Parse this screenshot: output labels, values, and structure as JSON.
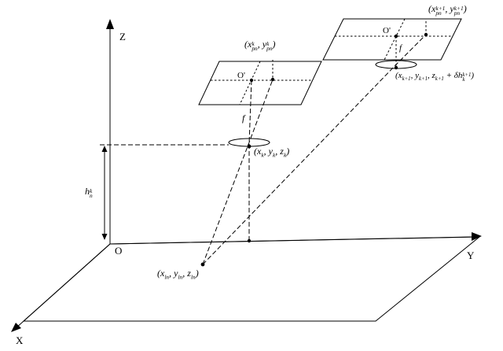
{
  "axes": {
    "z": "Z",
    "y": "Y",
    "x": "X",
    "origin": "O"
  },
  "plane_k": {
    "coords": {
      "open": "(",
      "x": "x",
      "x_sub": "pn",
      "x_sup": "k",
      "sep": ", ",
      "y": "y",
      "y_sub": "pn",
      "y_sup": "k",
      "close": ")"
    },
    "principal_point": "O'",
    "focal_length": "f"
  },
  "plane_k1": {
    "coords": {
      "open": "(",
      "x": "x",
      "x_sub": "pn",
      "x_sup": "k+1",
      "sep": ", ",
      "y": "y",
      "y_sub": "pn",
      "y_sup": "k+1",
      "close": ")"
    },
    "principal_point": "O'",
    "focal_length": "f"
  },
  "camera_k": {
    "coords": {
      "open": "(",
      "x": "x",
      "x_sub": "k",
      "sep1": ", ",
      "y": "y",
      "y_sub": "k",
      "sep2": ", ",
      "z": "z",
      "z_sub": "k",
      "close": ")"
    }
  },
  "camera_k1": {
    "coords": {
      "open": "(",
      "x": "x",
      "x_sub": "k+1",
      "sep1": ", ",
      "y": "y",
      "y_sub": "k+1",
      "sep2": ", ",
      "z": "z",
      "z_sub": "k+1",
      "plus": " + ",
      "delta_h": "δh",
      "dh_sub": "k",
      "dh_sup": "k+1",
      "close": ")"
    }
  },
  "ground_point": {
    "coords": {
      "open": "(",
      "x": "x",
      "x_sub": "ln",
      "sep1": ", ",
      "y": "y",
      "y_sub": "ln",
      "sep2": ", ",
      "z": "z",
      "z_sub": "ln",
      "close": ")"
    }
  },
  "flight_height": {
    "base": "h",
    "sub": "n",
    "sup": "k"
  },
  "colors": {
    "ink": "#000000",
    "background": "#ffffff"
  }
}
